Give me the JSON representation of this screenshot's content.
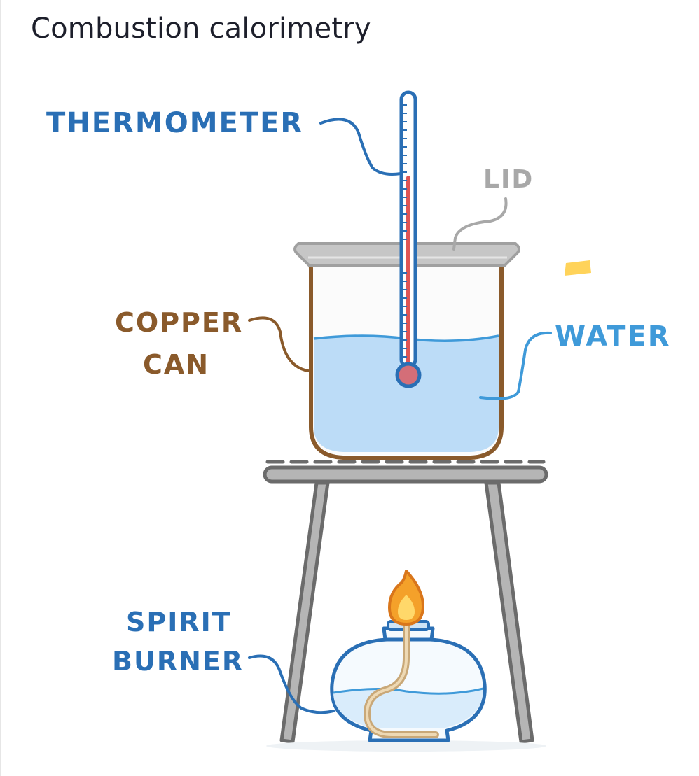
{
  "title": "Combustion calorimetry",
  "labels": {
    "thermometer": "THERMOMETER",
    "lid": "LID",
    "copper_can_line1": "COPPER",
    "copper_can_line2": "CAN",
    "water": "WATER",
    "spirit_burner_line1": "SPIRIT",
    "spirit_burner_line2": "BURNER"
  },
  "colors": {
    "blue_label": "#2a6fb5",
    "copper": "#8a5a2b",
    "lid_gray": "#a8a8a8",
    "water_fill": "#bcdcf7",
    "water_line": "#3f9ad9",
    "stand_gray": "#8c8c8c",
    "thermo_red": "#e05555",
    "flame_orange": "#f4a12a"
  }
}
